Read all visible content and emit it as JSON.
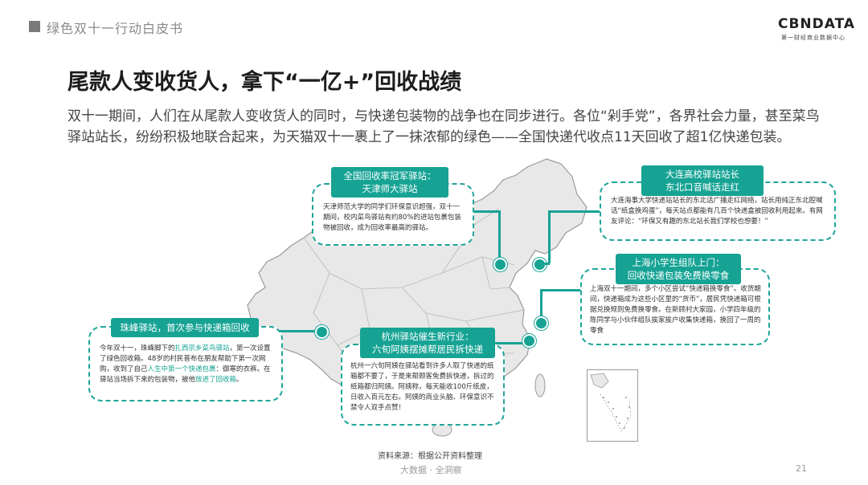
{
  "header": {
    "section_title": "绿色双十一行动白皮书"
  },
  "logo": {
    "brand": "CBNDATA",
    "tagline": "第一财经商业数据中心"
  },
  "slide": {
    "title": "尾款人变收货人，拿下“一亿+”回收战绩",
    "intro": "双十一期间，人们在从尾款人变收货人的同时，与快递包装物的战争也在同步进行。各位“剁手党”，各界社会力量，甚至菜鸟驿站站长，纷纷积极地联合起来，为天猫双十一裹上了一抹浓郁的绿色——全国快递代收点11天回收了超1亿快递包装。"
  },
  "callouts": {
    "tianjin": {
      "tag_line1": "全国回收率冠军驿站：",
      "tag_line2": "天津师大驿站",
      "body": "天津师范大学的同学们环保意识超强，双十一期间，校内菜鸟驿站有约80%的进站包裹包装物被回收，成为回收率最高的驿站。"
    },
    "dalian": {
      "tag_line1": "大连高校驿站站长",
      "tag_line2": "东北口音喊话走红",
      "body": "大连海事大学快递站站长的东北话广播走红网络，站长用纯正东北腔喊话“纸盒换鸡蛋”，每天站点都能有几百个快递盒被回收利用起来。有网友评论：“环保又有趣的东北站长我们学校也想要！”"
    },
    "shanghai": {
      "tag_line1": "上海小学生组队上门：",
      "tag_line2": "回收快递包装免费换零食",
      "body": "上海双十一期间，多个小区尝试“快递箱换零食”。收货期间，快递箱成为这些小区里的“货币”，居民凭快递箱可根据兑换规则免费换零食。在新顾村大家园，小学四年级的陈同学与小伙伴组队挨家挨户收集快递箱，换回了一周的零食"
    },
    "hangzhou": {
      "tag_line1": "杭州驿站催生新行业：",
      "tag_line2": "六旬阿姨摆摊帮居民拆快递",
      "body": "杭州一六旬阿姨在驿站看到许多人取了快递的纸箱都不要了，于是来帮顾客免费拆快递，拆过的纸箱都归阿姨。阿姨称，每天能收100斤纸皮，日收入百元左右。阿姨的商业头脑、环保意识不禁令人双手点赞！"
    },
    "zhufeng": {
      "tag": "珠峰驿站，首次参与快递箱回收",
      "body_pre": "今年双十一，珠峰脚下的",
      "body_hl1": "扎西宗乡菜鸟驿站",
      "body_mid1": "，第一次设置了绿色回收箱。48岁的村民普布在朋友帮助下第一次网购，收到了自己",
      "body_hl2": "人生中第一个快递包裹",
      "body_mid2": "：御寒的衣裤。在驿站当场拆下来的包装物，被他",
      "body_hl3": "放进了回收箱",
      "body_end": "。"
    }
  },
  "footer": {
    "source": "资料来源：根据公开资料整理",
    "slogan": "大数据 · 全洞察",
    "page": "21"
  },
  "colors": {
    "accent": "#16a394",
    "map_fill": "#e8e8e8",
    "map_stroke": "#9a9a9a"
  }
}
